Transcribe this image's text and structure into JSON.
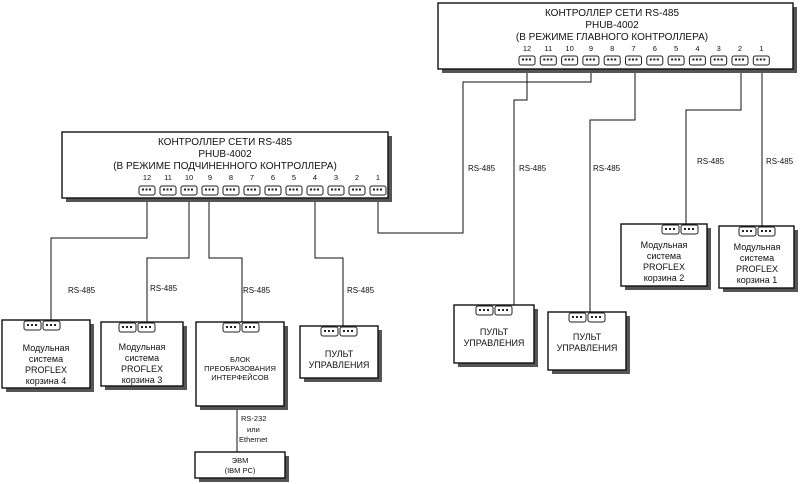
{
  "master": {
    "line1": "КОНТРОЛЛЕР СЕТИ RS-485",
    "line2": "PHUB-4002",
    "line3": "(В РЕЖИМЕ ГЛАВНОГО КОНТРОЛЛЕРА)",
    "ports": [
      "12",
      "11",
      "10",
      "9",
      "8",
      "7",
      "6",
      "5",
      "4",
      "3",
      "2",
      "1"
    ]
  },
  "slave": {
    "line1": "КОНТРОЛЛЕР СЕТИ RS-485",
    "line2": "PHUB-4002",
    "line3": "(В РЕЖИМЕ ПОДЧИНЕННОГО КОНТРОЛЛЕРА)",
    "ports": [
      "12",
      "11",
      "10",
      "9",
      "8",
      "7",
      "6",
      "5",
      "4",
      "3",
      "2",
      "1"
    ]
  },
  "link_label": "RS-485",
  "devices": {
    "proflex4": [
      "Модульная",
      "система",
      "PROFLEX",
      "корзина 4"
    ],
    "proflex3": [
      "Модульная",
      "система",
      "PROFLEX",
      "корзина 3"
    ],
    "converter": [
      "БЛОК",
      "ПРЕОБРАЗОВАНИЯ",
      "ИНТЕРФЕЙСОВ"
    ],
    "panel_slave": [
      "ПУЛЬТ",
      "УПРАВЛЕНИЯ"
    ],
    "panel_m1": [
      "ПУЛЬТ",
      "УПРАВЛЕНИЯ"
    ],
    "panel_m2": [
      "ПУЛЬТ",
      "УПРАВЛЕНИЯ"
    ],
    "proflex2": [
      "Модульная",
      "система",
      "PROFLEX",
      "корзина 2"
    ],
    "proflex1": [
      "Модульная",
      "система",
      "PROFLEX",
      "корзина 1"
    ],
    "pc": [
      "ЭВМ",
      "(IBM PC)"
    ]
  },
  "pc_link_label": [
    "RS-232",
    "или",
    "Ethernet"
  ]
}
